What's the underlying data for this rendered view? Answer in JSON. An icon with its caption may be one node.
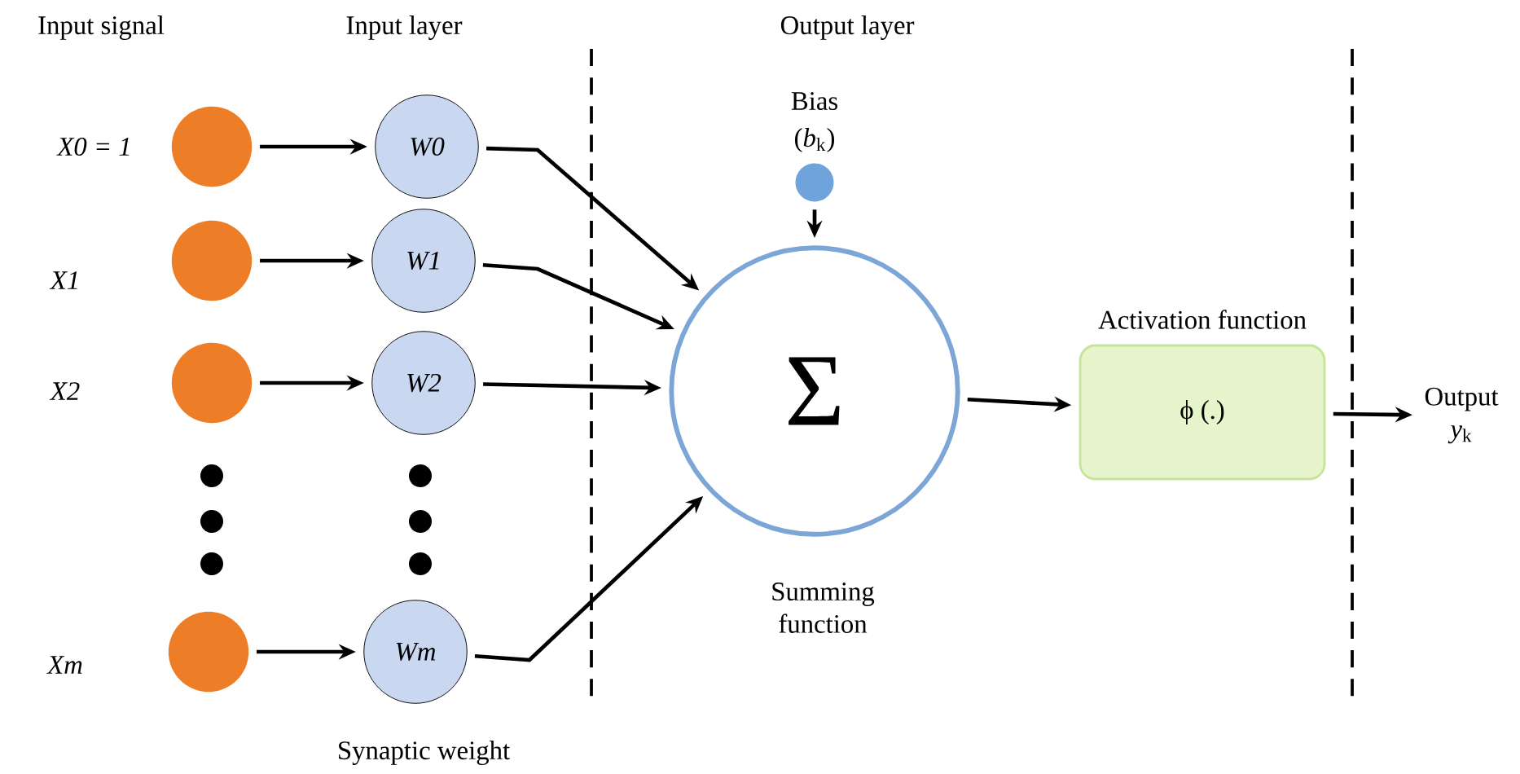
{
  "diagram": {
    "nodes": [
      {
        "text": [],
        "shape": "circle",
        "beside": [
          "X0 = 1"
        ]
      },
      {
        "text": [],
        "shape": "circle",
        "beside": [
          "X1"
        ]
      },
      {
        "text": [],
        "shape": "circle",
        "beside": [
          "X2"
        ]
      },
      {
        "text": [],
        "shape": "circle",
        "beside": [
          "Xm"
        ]
      },
      {
        "text": [
          "W0"
        ]
      },
      {
        "text": [
          "W1"
        ]
      },
      {
        "text": [
          "W2"
        ]
      },
      {
        "text": [
          "Wm"
        ]
      },
      {
        "text": [],
        "shape": "circle",
        "beside": [
          "Bias",
          "(*b*$_{k}$)"
        ]
      },
      {
        "text": [
          "Σ"
        ],
        "beside": [
          "Summing function"
        ]
      },
      {
        "text": [
          "ϕ (.)"
        ],
        "beside": [
          "Activation function"
        ]
      },
      {
        "text": [
          "Output",
          "*y*$_{k}$"
        ]
      }
    ],
    "edges": [
      {
        "from": 0,
        "to": 4,
        "arrow": "to"
      },
      {
        "from": 1,
        "to": 5,
        "arrow": "to"
      },
      {
        "from": 2,
        "to": 6,
        "arrow": "to"
      },
      {
        "from": 3,
        "to": 7,
        "arrow": "to"
      },
      {
        "from": 4,
        "to": 9,
        "arrow": "to"
      },
      {
        "from": 5,
        "to": 9,
        "arrow": "to"
      },
      {
        "from": 6,
        "to": 9,
        "arrow": "to"
      },
      {
        "from": 7,
        "to": 9,
        "arrow": "to"
      },
      {
        "from": 8,
        "to": 9,
        "arrow": "to"
      },
      {
        "from": 9,
        "to": 10,
        "arrow": "to"
      },
      {
        "from": 10,
        "to": 11,
        "arrow": "to"
      }
    ],
    "labels": [
      "Input signal",
      "Input layer",
      "Output layer",
      "Synaptic weight"
    ]
  }
}
